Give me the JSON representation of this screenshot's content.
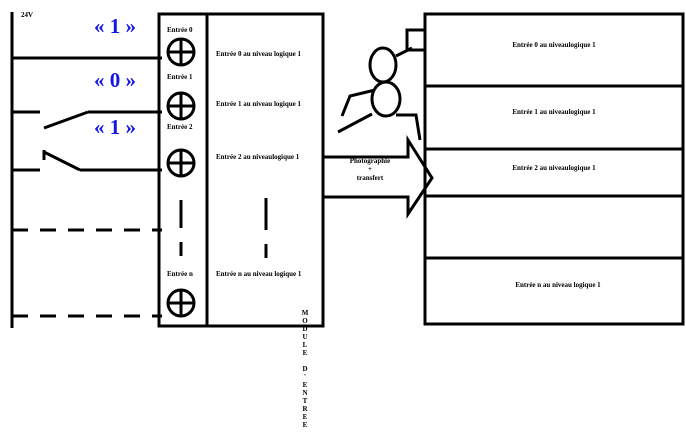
{
  "supply": {
    "voltage": "24V"
  },
  "logic_marks": [
    "« 1 »",
    "« 0 »",
    "« 1 »"
  ],
  "module": {
    "inputs": [
      "Entrée 0",
      "Entrée 1",
      "Entrée 2",
      "Entrée n"
    ],
    "states": [
      "Entrée 0 au niveau logique 1",
      "Entrée 1 au niveau logique 1",
      "Entrée 2 au niveaulogique 1",
      "Entrée n au niveau logique 1"
    ],
    "vertical_label": "MODULE D'ENTREE"
  },
  "transfer": {
    "line1": "Photographie",
    "line2": "+",
    "line3": "transfert"
  },
  "memory": {
    "rows": [
      "Entrée 0 au niveaulogique 1",
      "Entrée 1 au niveaulogique 1",
      "Entrée 2 au niveaulogique 1",
      "",
      "Entrée n au niveau logique 1"
    ]
  },
  "colors": {
    "logic": "#1515e6",
    "ink": "#000000"
  }
}
